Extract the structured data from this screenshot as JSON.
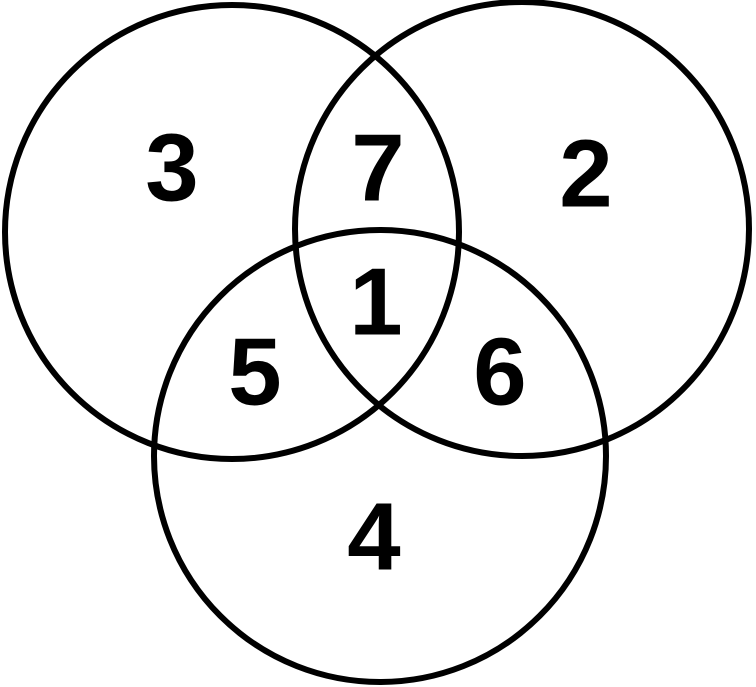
{
  "diagram": {
    "type": "venn-3-set",
    "regions": {
      "left_only": "3",
      "right_only": "2",
      "bottom_only": "4",
      "left_right": "7",
      "left_bottom": "5",
      "right_bottom": "6",
      "all_three": "1"
    },
    "colors": {
      "stroke": "#000000",
      "background": "#ffffff"
    }
  }
}
